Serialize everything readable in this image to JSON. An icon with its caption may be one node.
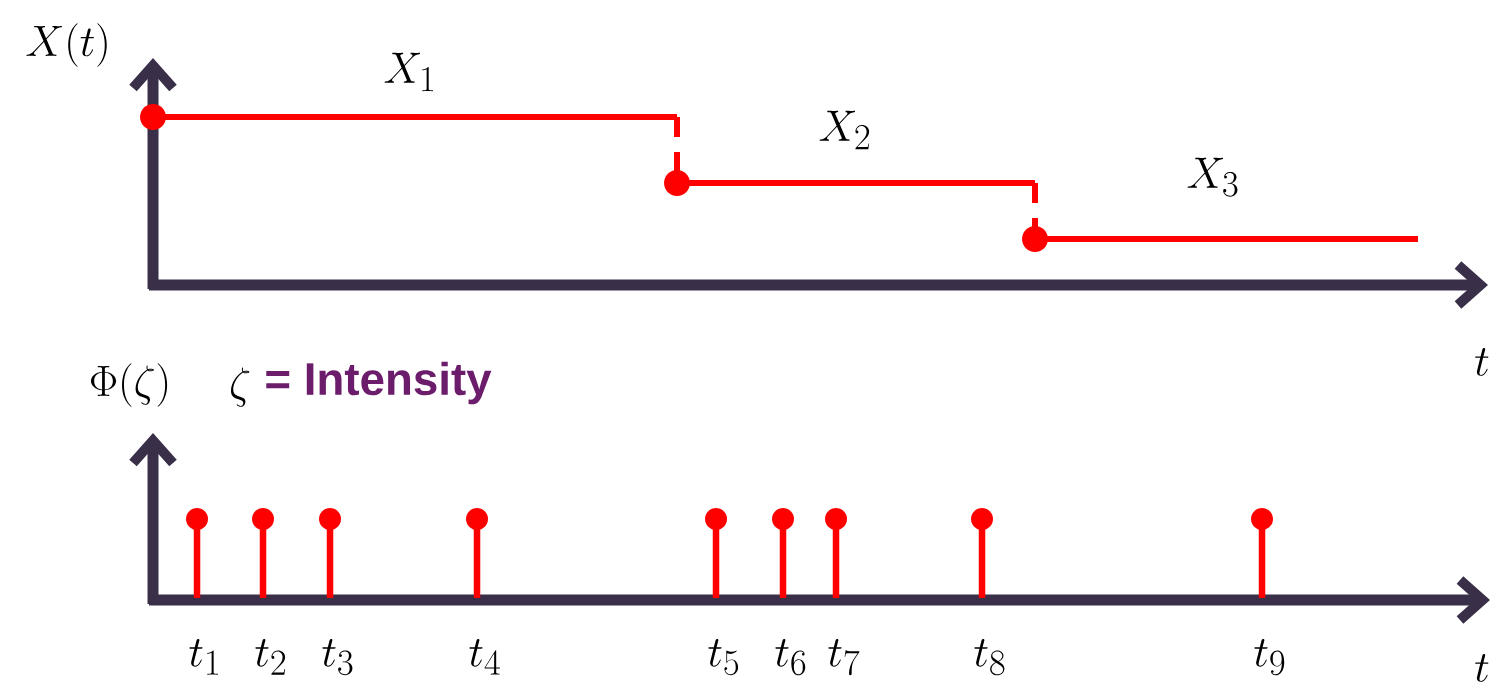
{
  "diagram": {
    "labels": [
      "X(t)",
      "X_1",
      "X_2",
      "X_3",
      "t",
      "\\Phi(\\zeta)",
      "\\zeta",
      "= Intensity",
      "t_1",
      "t_2",
      "t_3",
      "t_4",
      "t_5",
      "t_6",
      "t_7",
      "t_8",
      "t_9",
      "t"
    ]
  }
}
